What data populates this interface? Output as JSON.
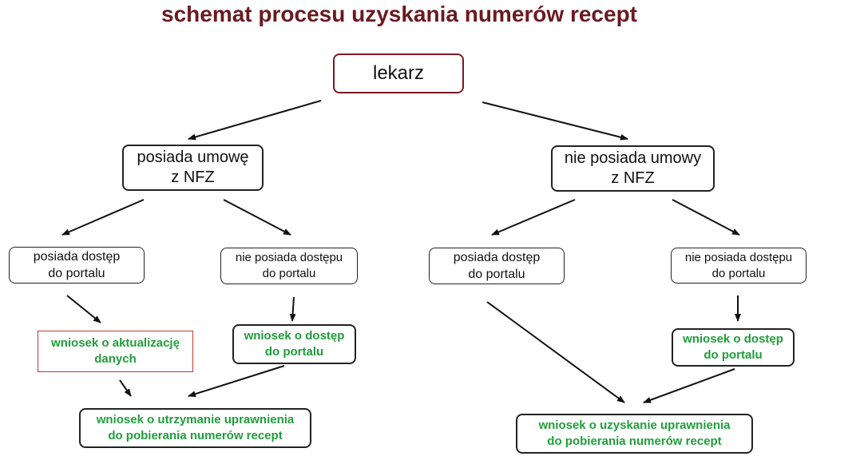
{
  "title": "schemat procesu uzyskania numerów recept",
  "nodes": {
    "lekarz": "lekarz",
    "posiada_umowe": "posiada umowę\nz NFZ",
    "nie_posiada_umowy": "nie posiada umowy\nz NFZ",
    "posiada_dostep_left": "posiada dostęp\ndo portalu",
    "nie_posiada_dostepu_left": "nie posiada dostępu\ndo portalu",
    "posiada_dostep_right": "posiada dostęp\ndo portalu",
    "nie_posiada_dostepu_right": "nie posiada dostępu\ndo portalu",
    "wniosek_aktualizacje": "wniosek o aktualizację\ndanych",
    "wniosek_dostep_left": "wniosek o dostęp\ndo portalu",
    "wniosek_dostep_right": "wniosek o dostęp\ndo portalu",
    "wniosek_utrzymanie": "wniosek o utrzymanie uprawnienia\ndo pobierania  numerów recept",
    "wniosek_uzyskanie": "wniosek o uzyskanie uprawnienia\ndo pobierania  numerów recept"
  },
  "colors": {
    "title": "#6b1a22",
    "box_border": "#222222",
    "lekarz_border": "#7a1a24",
    "highlight_border": "#c0392b",
    "green_text": "#1f9e3a",
    "arrow": "#111111"
  }
}
